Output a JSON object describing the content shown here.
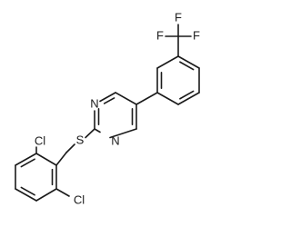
{
  "molecule": {
    "atoms": {
      "F1": "F",
      "F2": "F",
      "F3": "F",
      "N1": "N",
      "N2": "N",
      "S": "S",
      "Cl1": "Cl",
      "Cl2": "Cl"
    }
  },
  "colors": {
    "bond": "#1a1a1a",
    "label": "#1a1a1a",
    "background": "#ffffff"
  }
}
